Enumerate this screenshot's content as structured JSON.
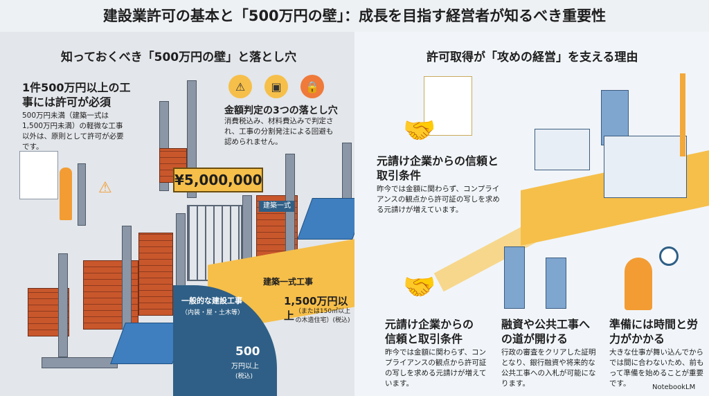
{
  "title": "建設業許可の基本と「500万円の壁」：成長を目指す経営者が知るべき重要性",
  "left": {
    "heading": "知っておくべき「500万円の壁」と落とし穴",
    "block1": {
      "title": "1件500万円以上の工事には許可が必須",
      "body": "500万円未満（建築一式は1,500万円未満）の軽微な工事以外は、原則として許可が必要です。"
    },
    "block2": {
      "title": "金額判定の3つの落とし穴",
      "body": "消費税込み、材料費込みで判定され、工事の分割発注による回避も認められません。"
    },
    "sign": "¥5,000,000",
    "gate_label": "建築一式",
    "road_yellow": {
      "label": "建築一式工事",
      "amount": "1,500万円以上",
      "note": "（または150㎡以上の木造住宅）(税込)"
    },
    "road_blue": {
      "label": "一般的な建設工事",
      "sub": "（内装・屋・土木等）",
      "amount": "500",
      "unit": "万円以上",
      "tax": "(税込)"
    }
  },
  "right": {
    "heading": "許可取得が「攻めの経営」を支える理由",
    "block_top": {
      "title": "元請け企業からの信頼と取引条件",
      "body": "昨今では金額に関わらず、コンプライアンスの観点から許可証の写しを求める元請けが増えています。"
    },
    "cards": [
      {
        "title": "元請け企業からの信頼と取引条件",
        "body": "昨今では金額に関わらず、コンプライアンスの観点から許可証の写しを求める元請けが増えています。"
      },
      {
        "title": "融資や公共工事への道が開ける",
        "body": "行政の審査をクリアした証明となり、銀行融資や将来的な公共工事への入札が可能になります。"
      },
      {
        "title": "準備には時間と労力がかかる",
        "body": "大きな仕事が舞い込んでからでは間に合わないため、前もって準備を始めることが重要です。"
      }
    ]
  },
  "brand": "NotebookLM"
}
